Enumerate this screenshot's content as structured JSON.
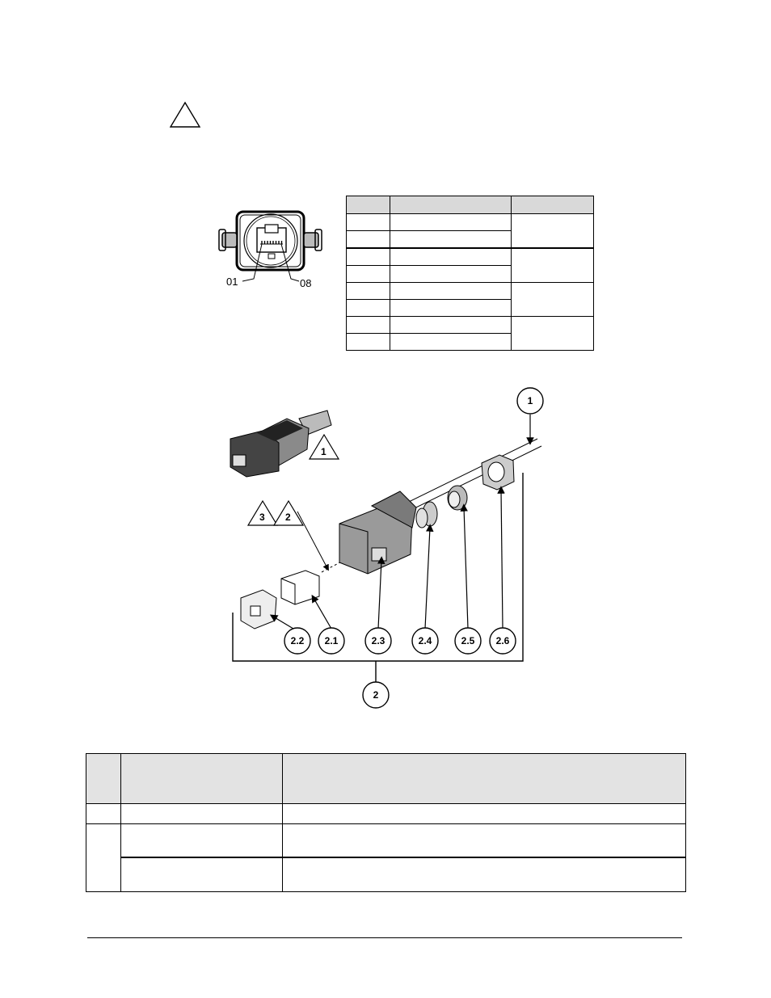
{
  "connector_face": {
    "pin_first": "01",
    "pin_last": "08"
  },
  "assembly_callouts": {
    "cable": "1",
    "kit": "2",
    "parts": [
      "2.2",
      "2.1",
      "2.3",
      "2.4",
      "2.5",
      "2.6"
    ],
    "warning_triangles": [
      "1",
      "3",
      "2"
    ]
  }
}
